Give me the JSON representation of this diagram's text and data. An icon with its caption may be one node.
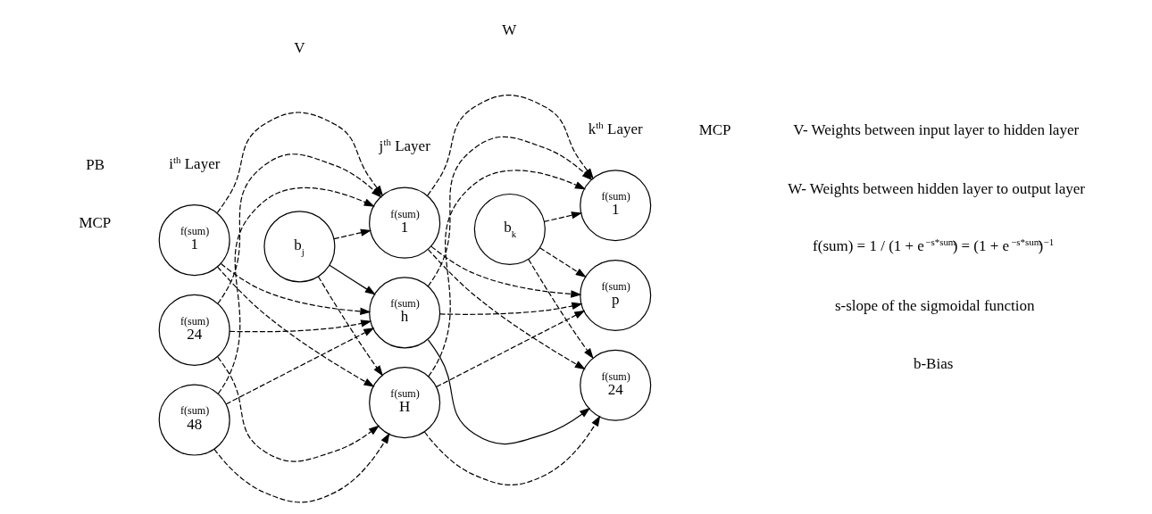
{
  "diagram": {
    "nodes": [
      {
        "text": [
          "f(sum)",
          "1"
        ]
      },
      {
        "text": [
          "f(sum)",
          "24"
        ]
      },
      {
        "text": [
          "f(sum)",
          "48"
        ]
      },
      {
        "text": [
          "f(sum)",
          "1"
        ]
      },
      {
        "text": [
          "f(sum)",
          "h"
        ]
      },
      {
        "text": [
          "f(sum)",
          "H"
        ]
      },
      {
        "text": [
          "f(sum)",
          "1"
        ]
      },
      {
        "text": [
          "f(sum)",
          "p"
        ]
      },
      {
        "text": [
          "f(sum)",
          "24"
        ]
      },
      {
        "text": [
          "b$_{j}$"
        ]
      },
      {
        "text": [
          "b$_{k}$"
        ]
      }
    ],
    "edges": [
      {
        "from": 0,
        "to": 3,
        "arrow": "to",
        "style": "dashed"
      },
      {
        "from": 0,
        "to": 4,
        "arrow": "to",
        "style": "dashed"
      },
      {
        "from": 0,
        "to": 5,
        "arrow": "to",
        "style": "dashed"
      },
      {
        "from": 1,
        "to": 3,
        "arrow": "to",
        "style": "dashed"
      },
      {
        "from": 1,
        "to": 4,
        "arrow": "to",
        "style": "dashed"
      },
      {
        "from": 1,
        "to": 5,
        "arrow": "to",
        "style": "dashed"
      },
      {
        "from": 2,
        "to": 3,
        "arrow": "to",
        "style": "dashed"
      },
      {
        "from": 2,
        "to": 4,
        "arrow": "to",
        "style": "dashed"
      },
      {
        "from": 2,
        "to": 5,
        "arrow": "to",
        "style": "dashed"
      },
      {
        "from": 9,
        "to": 3,
        "arrow": "to",
        "style": "dashed"
      },
      {
        "from": 9,
        "to": 4,
        "arrow": "to"
      },
      {
        "from": 9,
        "to": 5,
        "arrow": "to",
        "style": "dashed"
      },
      {
        "from": 3,
        "to": 6,
        "arrow": "to",
        "style": "dashed"
      },
      {
        "from": 3,
        "to": 7,
        "arrow": "to",
        "style": "dashed"
      },
      {
        "from": 3,
        "to": 8,
        "arrow": "to",
        "style": "dashed"
      },
      {
        "from": 4,
        "to": 6,
        "arrow": "to",
        "style": "dashed"
      },
      {
        "from": 4,
        "to": 7,
        "arrow": "to",
        "style": "dashed"
      },
      {
        "from": 4,
        "to": 8,
        "arrow": "to"
      },
      {
        "from": 5,
        "to": 6,
        "arrow": "to",
        "style": "dashed"
      },
      {
        "from": 5,
        "to": 7,
        "arrow": "to",
        "style": "dashed"
      },
      {
        "from": 5,
        "to": 8,
        "arrow": "to",
        "style": "dashed"
      },
      {
        "from": 10,
        "to": 6,
        "arrow": "to",
        "style": "dashed"
      },
      {
        "from": 10,
        "to": 7,
        "arrow": "to",
        "style": "dashed"
      },
      {
        "from": 10,
        "to": 8,
        "arrow": "to",
        "style": "dashed"
      }
    ],
    "labels": [
      "i$^{th}$ Layer",
      "j$^{th}$ Layer",
      "k$^{th}$ Layer",
      "V",
      "W",
      "PB",
      "MCP",
      "MCP",
      "V- Weights between input layer to hidden layer",
      "W- Weights between hidden layer to output layer",
      "f(sum) = 1 / (1 + e$^{−s*sum}$) = (1 + e$^{−s*sum}$)$^{−1}$",
      "s-slope of the sigmoidal function",
      "b-Bias"
    ]
  }
}
